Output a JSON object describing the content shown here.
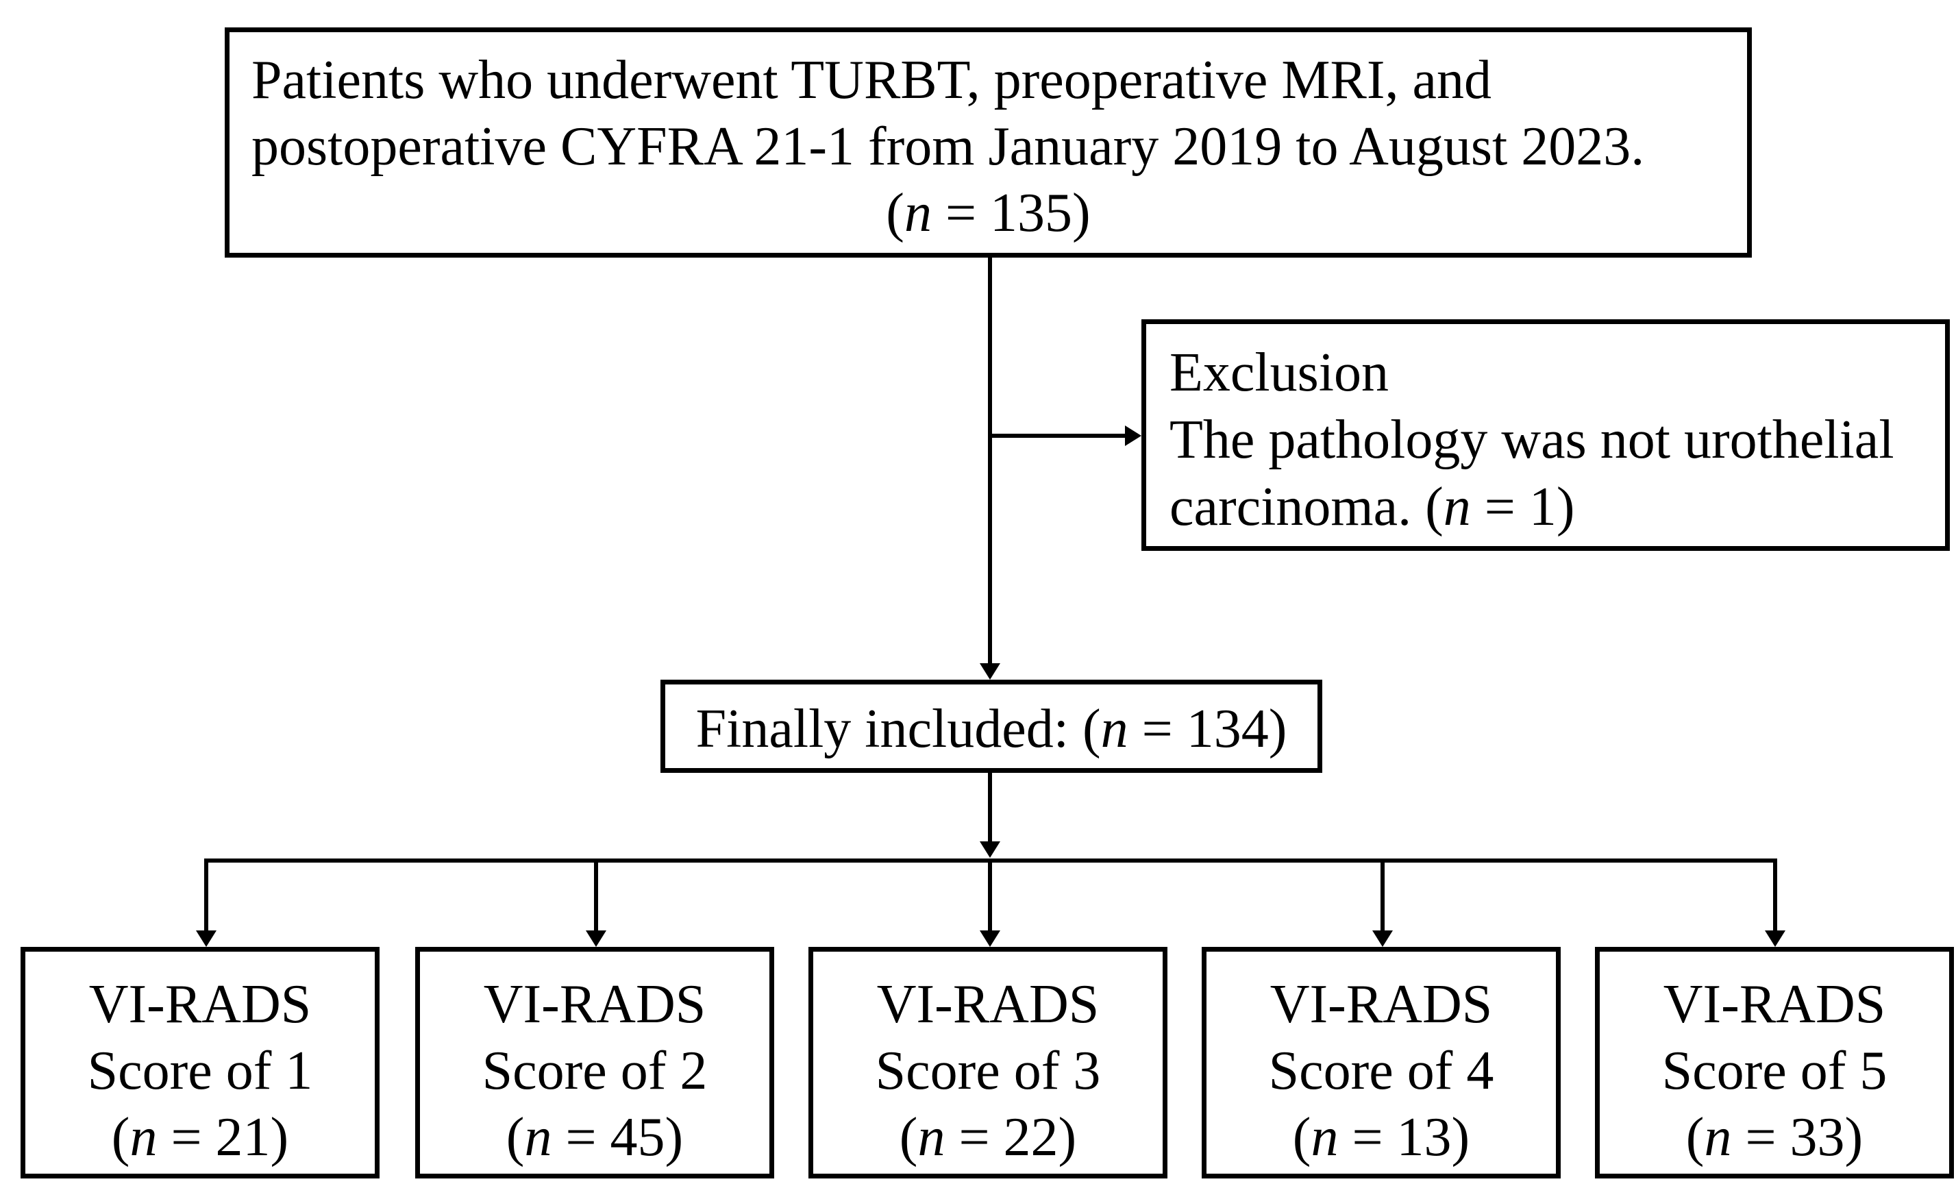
{
  "top_box": {
    "line1": "Patients who underwent TURBT, preoperative MRI, and",
    "line2": "postoperative CYFRA 21-1 from January 2019 to August 2023.",
    "n_open": "(",
    "n_var": "n",
    "n_rest": " = 135)"
  },
  "exclusion_box": {
    "heading": "Exclusion",
    "line1": "The pathology was not urothelial",
    "line2_pre": "carcinoma. (",
    "n_var": "n",
    "n_rest": " = 1)"
  },
  "final_box": {
    "text_pre": "Finally included: (",
    "n_var": "n",
    "n_rest": " = 134)"
  },
  "score_boxes": [
    {
      "line1": "VI-RADS",
      "line2": "Score of 1",
      "n_open": "(",
      "n_var": "n",
      "n_rest": " = 21)"
    },
    {
      "line1": "VI-RADS",
      "line2": "Score of 2",
      "n_open": "(",
      "n_var": "n",
      "n_rest": " = 45)"
    },
    {
      "line1": "VI-RADS",
      "line2": "Score of 3",
      "n_open": "(",
      "n_var": "n",
      "n_rest": " = 22)"
    },
    {
      "line1": "VI-RADS",
      "line2": "Score of 4",
      "n_open": "(",
      "n_var": "n",
      "n_rest": " = 13)"
    },
    {
      "line1": "VI-RADS",
      "line2": "Score of 5",
      "n_open": "(",
      "n_var": "n",
      "n_rest": " = 33)"
    }
  ],
  "colors": {
    "stroke": "#000000",
    "background": "#ffffff"
  }
}
